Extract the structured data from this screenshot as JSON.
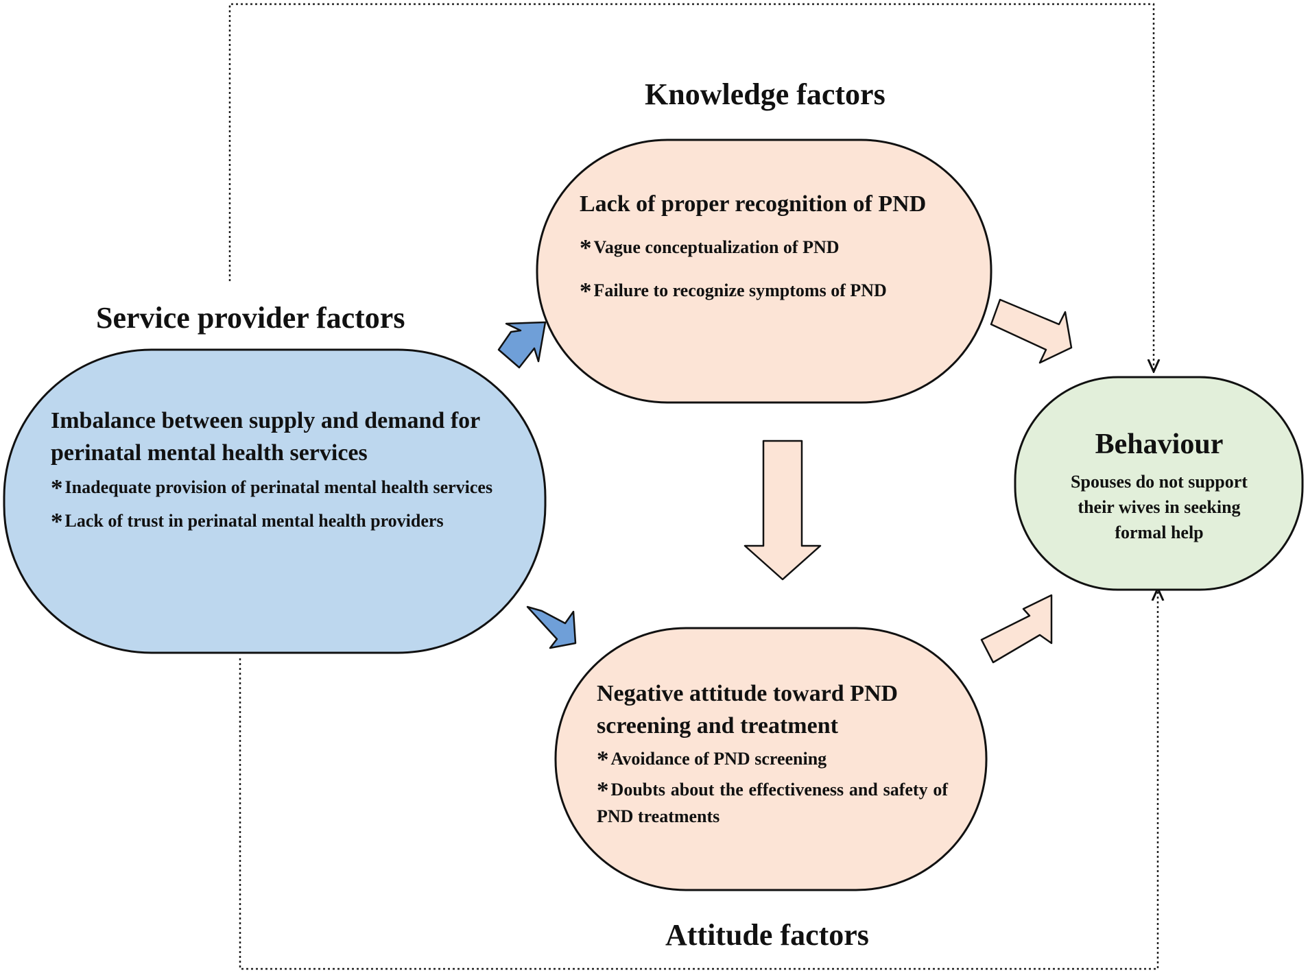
{
  "colors": {
    "service_fill": "#bdd7ee",
    "knowledge_fill": "#fce4d6",
    "attitude_fill": "#fce4d6",
    "behaviour_fill": "#e2efda",
    "blue_arrow": "#6f9fd8",
    "peach_arrow": "#fce4d6",
    "outline": "#111111"
  },
  "labels": {
    "knowledge": "Knowledge factors",
    "service_provider": "Service provider factors",
    "attitude": "Attitude factors"
  },
  "service_box": {
    "title": "Imbalance between supply and demand for perinatal mental health services",
    "items": [
      "Inadequate provision of perinatal mental health services",
      "Lack of trust in perinatal mental health providers"
    ]
  },
  "knowledge_box": {
    "title": "Lack of proper recognition of PND",
    "items": [
      "Vague conceptualization of PND",
      "Failure to recognize symptoms of PND"
    ]
  },
  "attitude_box": {
    "title": "Negative attitude toward PND screening and treatment",
    "items": [
      "Avoidance of PND screening",
      "Doubts about the effectiveness and safety of PND treatments"
    ]
  },
  "behaviour_box": {
    "title": "Behaviour",
    "text": "Spouses do not support their wives in seeking formal help"
  },
  "bullet": "*"
}
